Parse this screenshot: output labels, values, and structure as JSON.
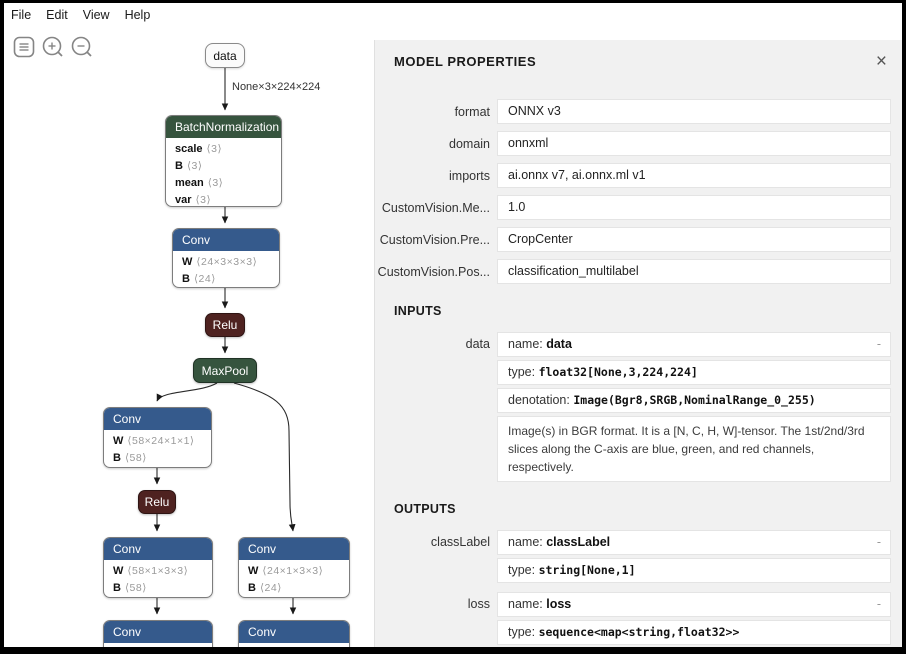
{
  "menu": {
    "items": [
      {
        "label": "File"
      },
      {
        "label": "Edit"
      },
      {
        "label": "View"
      },
      {
        "label": "Help"
      }
    ]
  },
  "toolbar": {
    "icons": [
      "menu-icon",
      "zoom-in-icon",
      "zoom-out-icon"
    ]
  },
  "colors": {
    "layer_header": "#355a8c",
    "normalization_header": "#36543e",
    "pool_node": "#36543e",
    "activation_node": "#4e2220",
    "panel_background": "#f1f1f1"
  },
  "graph": {
    "edge_label": "None×3×224×224",
    "nodes": [
      {
        "label": "data"
      },
      {
        "label": "BatchNormalization",
        "rows": [
          {
            "name": "scale",
            "dims": "⟨3⟩"
          },
          {
            "name": "B",
            "dims": "⟨3⟩"
          },
          {
            "name": "mean",
            "dims": "⟨3⟩"
          },
          {
            "name": "var",
            "dims": "⟨3⟩"
          }
        ]
      },
      {
        "label": "Conv",
        "rows": [
          {
            "name": "W",
            "dims": "⟨24×3×3×3⟩"
          },
          {
            "name": "B",
            "dims": "⟨24⟩"
          }
        ]
      },
      {
        "label": "Relu"
      },
      {
        "label": "MaxPool"
      },
      {
        "label": "Conv",
        "rows": [
          {
            "name": "W",
            "dims": "⟨58×24×1×1⟩"
          },
          {
            "name": "B",
            "dims": "⟨58⟩"
          }
        ]
      },
      {
        "label": "Relu"
      },
      {
        "label": "Conv",
        "rows": [
          {
            "name": "W",
            "dims": "⟨58×1×3×3⟩"
          },
          {
            "name": "B",
            "dims": "⟨58⟩"
          }
        ]
      },
      {
        "label": "Conv",
        "rows": [
          {
            "name": "W",
            "dims": "⟨24×1×3×3⟩"
          },
          {
            "name": "B",
            "dims": "⟨24⟩"
          }
        ]
      },
      {
        "label": "Conv"
      },
      {
        "label": "Conv"
      }
    ]
  },
  "panel": {
    "title": "MODEL PROPERTIES",
    "close_glyph": "×",
    "expander_glyph": "-",
    "properties": [
      {
        "label": "format",
        "value": "ONNX v3"
      },
      {
        "label": "domain",
        "value": "onnxml"
      },
      {
        "label": "imports",
        "value": "ai.onnx v7, ai.onnx.ml v1"
      },
      {
        "label": "CustomVision.Me...",
        "value": "1.0"
      },
      {
        "label": "CustomVision.Pre...",
        "value": "CropCenter"
      },
      {
        "label": "CustomVision.Pos...",
        "value": "classification_multilabel"
      }
    ],
    "inputs": {
      "section_label": "INPUTS",
      "items": [
        {
          "label": "data",
          "fields": [
            {
              "prefix": "name: ",
              "value": "data"
            },
            {
              "prefix": "type: ",
              "value": "float32[None,3,224,224]"
            },
            {
              "prefix": "denotation: ",
              "value": "Image(Bgr8,SRGB,NominalRange_0_255)"
            }
          ],
          "description": "Image(s) in BGR format. It is a [N, C, H, W]-tensor. The 1st/2nd/3rd slices along the C-axis are blue, green, and red channels, respectively."
        }
      ]
    },
    "outputs": {
      "section_label": "OUTPUTS",
      "items": [
        {
          "label": "classLabel",
          "fields": [
            {
              "prefix": "name: ",
              "value": "classLabel"
            },
            {
              "prefix": "type: ",
              "value": "string[None,1]"
            }
          ]
        },
        {
          "label": "loss",
          "fields": [
            {
              "prefix": "name: ",
              "value": "loss"
            },
            {
              "prefix": "type: ",
              "value": "sequence<map<string,float32>>"
            }
          ]
        }
      ]
    }
  }
}
